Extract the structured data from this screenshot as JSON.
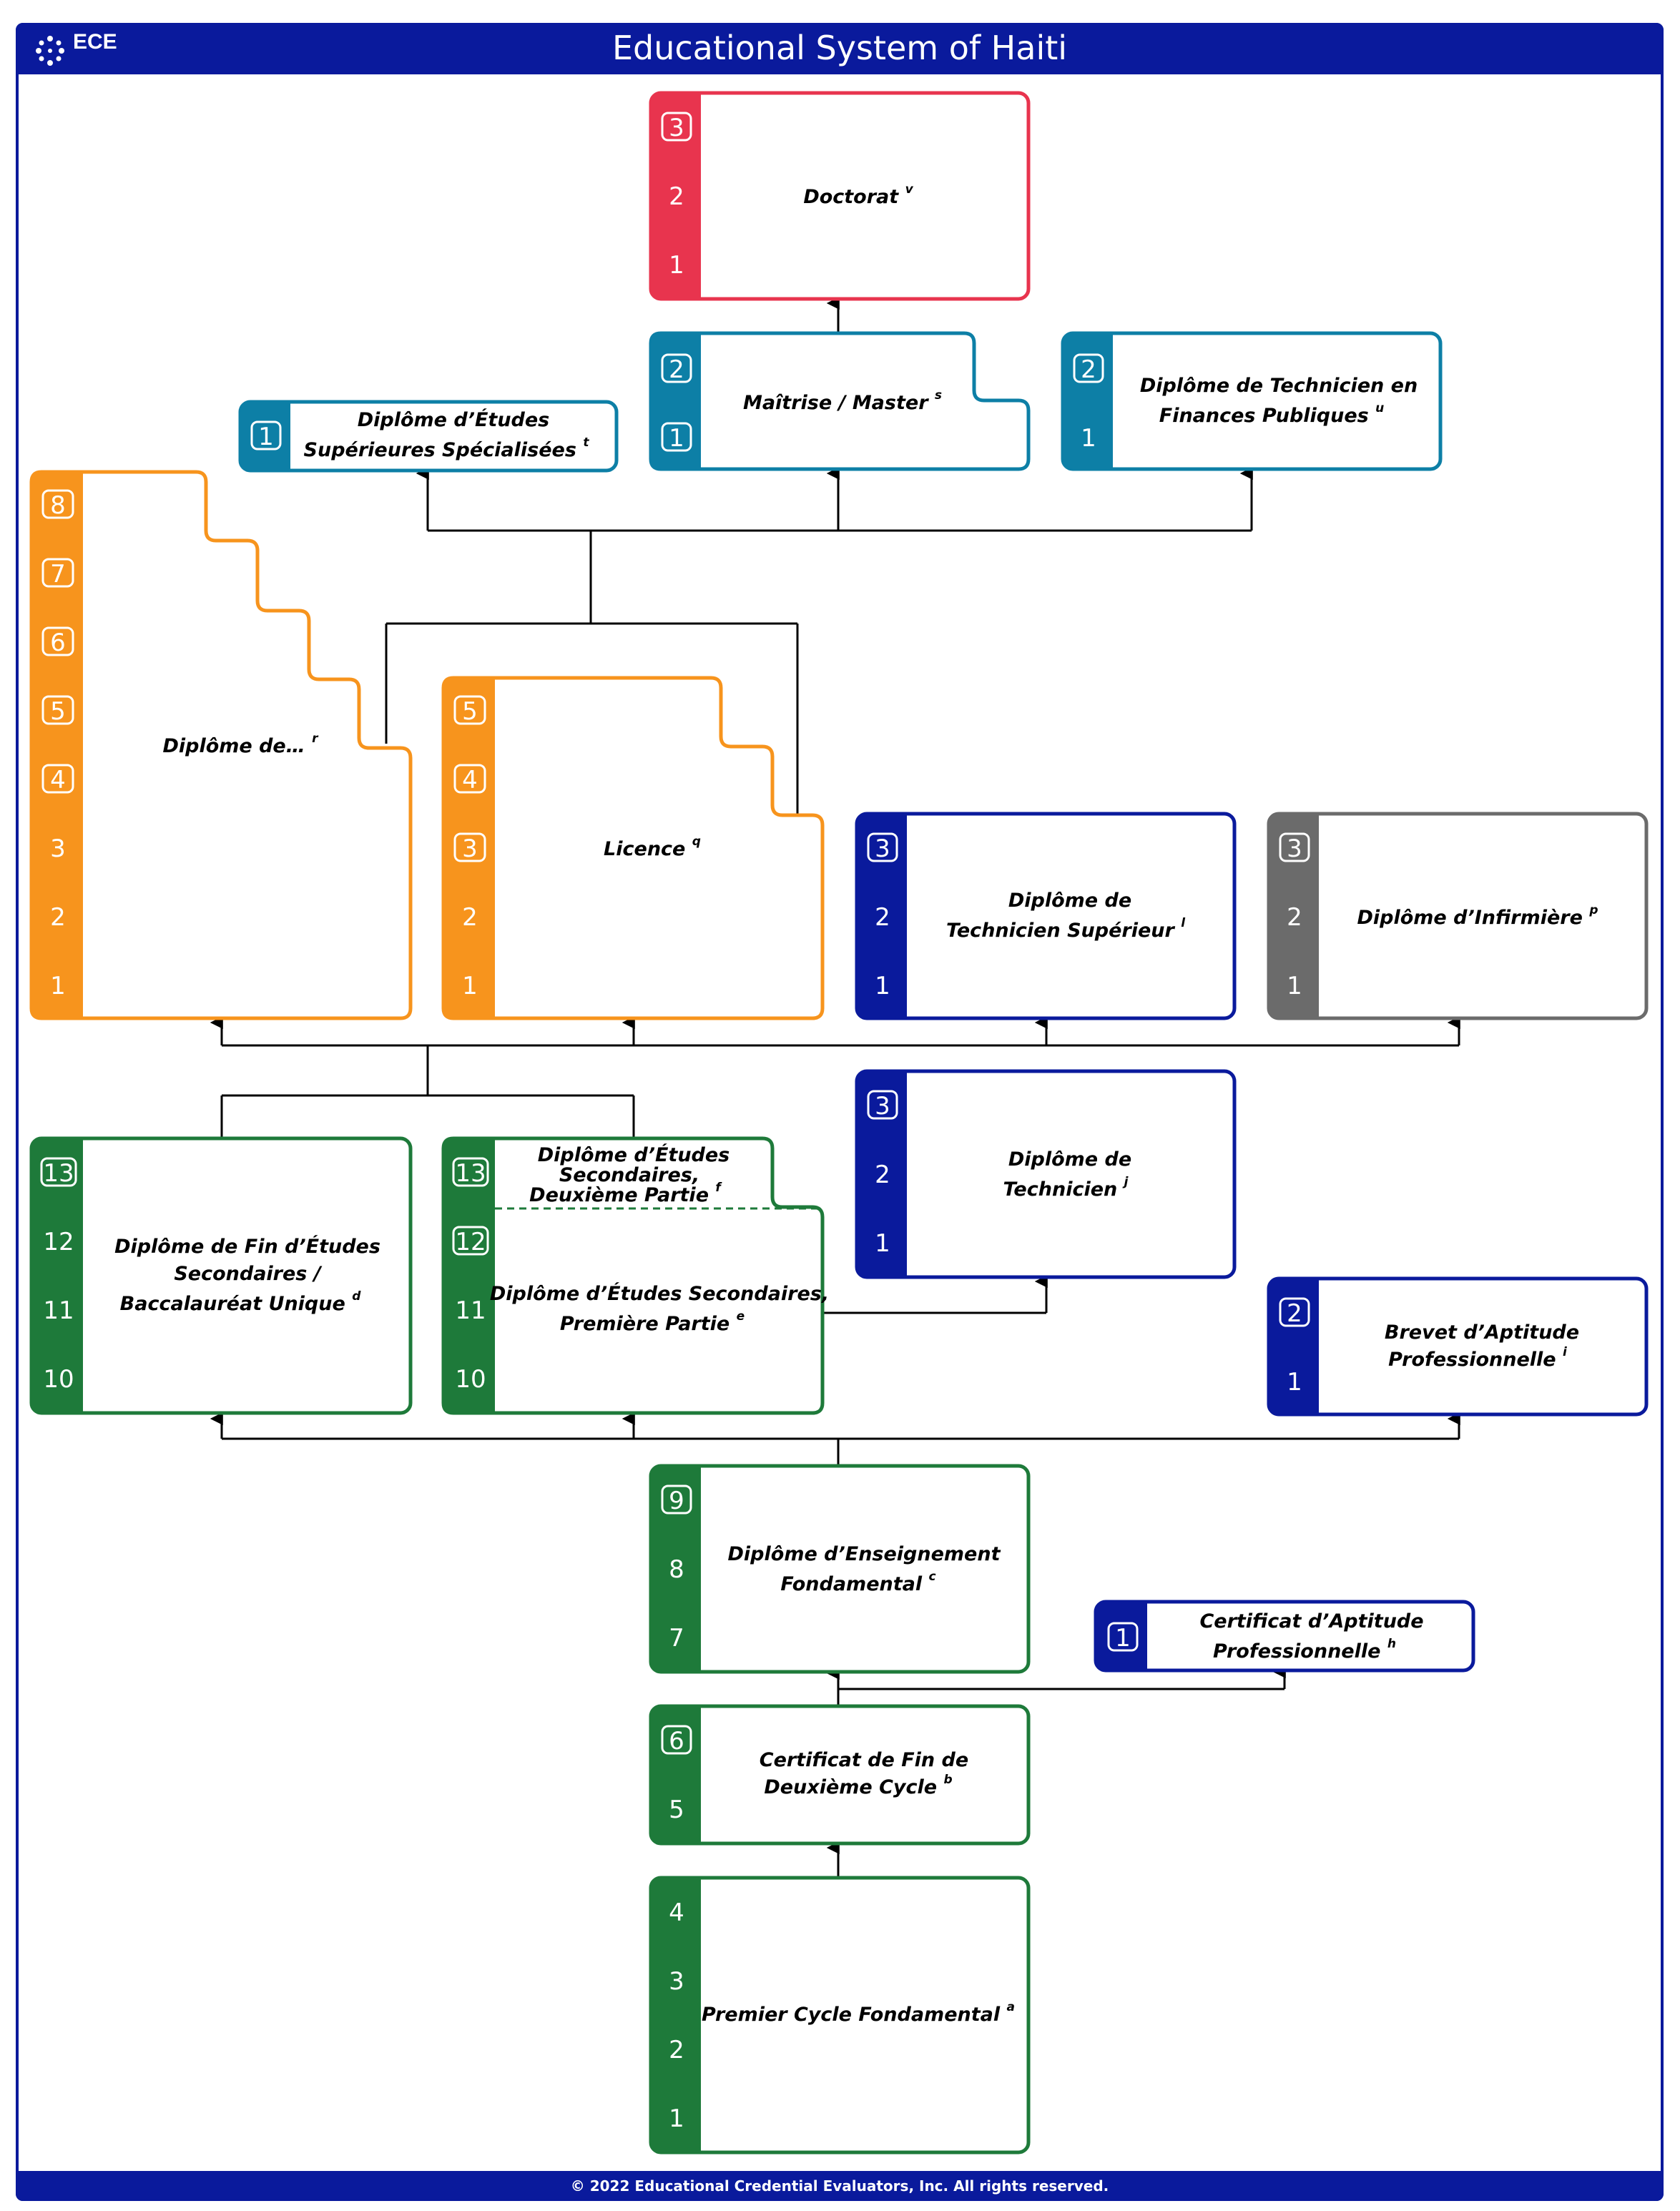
{
  "header": {
    "title": "Educational System of Haiti",
    "logo_text": "ECE"
  },
  "footer": {
    "copyright": "© 2022 Educational Credential Evaluators, Inc. All rights reserved."
  },
  "colors": {
    "brand": "#0a1a9c",
    "primary_green": "#1e7a3a",
    "higher_orange": "#f7941d",
    "teal": "#0d7fa6",
    "doctorate_red": "#e8344e",
    "tech_blue": "#0a1a9c",
    "nursing_gray": "#6b6b6b"
  },
  "programs": {
    "doctorat": {
      "line1": "Doctorat",
      "sup": "v",
      "years": [
        "3",
        "2",
        "1"
      ]
    },
    "maitrise": {
      "line1": "Maîtrise / Master",
      "sup": "s",
      "years": [
        "2",
        "1"
      ]
    },
    "finances": {
      "line1": "Diplôme de Technicien en",
      "line2": "Finances Publiques",
      "sup": "u",
      "years": [
        "2",
        "1"
      ]
    },
    "dess": {
      "line1": "Diplôme d’Études",
      "line2": "Supérieures Spécialisées",
      "sup": "t",
      "years": [
        "1"
      ]
    },
    "diplome_de": {
      "line1": "Diplôme de…",
      "sup": "r",
      "years": [
        "8",
        "7",
        "6",
        "5",
        "4",
        "3",
        "2",
        "1"
      ]
    },
    "licence": {
      "line1": "Licence",
      "sup": "q",
      "years": [
        "5",
        "4",
        "3",
        "2",
        "1"
      ]
    },
    "tech_sup": {
      "line1": "Diplôme de",
      "line2": "Technicien Supérieur",
      "sup": "l",
      "years": [
        "3",
        "2",
        "1"
      ]
    },
    "infirmiere": {
      "line1": "Diplôme d’Infirmière",
      "sup": "p",
      "years": [
        "3",
        "2",
        "1"
      ]
    },
    "bac_unique": {
      "line1": "Diplôme de Fin d’Études",
      "line2": "Secondaires /",
      "line3": "Baccalauréat Unique",
      "sup": "d",
      "years": [
        "13",
        "12",
        "11",
        "10"
      ]
    },
    "deuxieme": {
      "line1": "Diplôme d’Études",
      "line2": "Secondaires,",
      "line3": "Deuxième Partie",
      "sup": "f"
    },
    "premiere": {
      "line1": "Diplôme d’Études Secondaires,",
      "line2": "Première Partie",
      "sup": "e",
      "years": [
        "13",
        "12",
        "11",
        "10"
      ]
    },
    "technicien": {
      "line1": "Diplôme de",
      "line2": "Technicien",
      "sup": "j",
      "years": [
        "3",
        "2",
        "1"
      ]
    },
    "brevet": {
      "line1": "Brevet d’Aptitude",
      "line2": "Professionnelle",
      "sup": "i",
      "years": [
        "2",
        "1"
      ]
    },
    "fondamental": {
      "line1": "Diplôme d’Enseignement",
      "line2": "Fondamental",
      "sup": "c",
      "years": [
        "9",
        "8",
        "7"
      ]
    },
    "cap": {
      "line1": "Certificat d’Aptitude",
      "line2": "Professionnelle",
      "sup": "h",
      "years": [
        "1"
      ]
    },
    "deuxieme_cycle": {
      "line1": "Certificat de Fin de",
      "line2": "Deuxième Cycle",
      "sup": "b",
      "years": [
        "6",
        "5"
      ]
    },
    "premier_cycle": {
      "line1": "Premier Cycle Fondamental",
      "sup": "a",
      "years": [
        "4",
        "3",
        "2",
        "1"
      ]
    }
  }
}
